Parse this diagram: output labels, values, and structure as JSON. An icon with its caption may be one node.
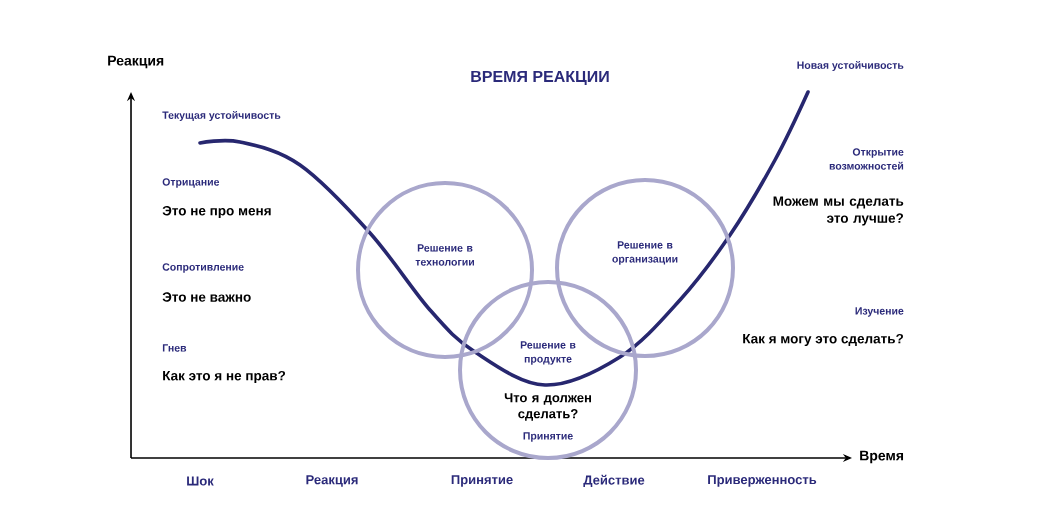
{
  "diagram": {
    "title": "ВРЕМЯ РЕАКЦИИ",
    "nodes": [
      {
        "text": [
          "Решение в технологии"
        ]
      },
      {
        "text": [
          "Решение в организации"
        ]
      },
      {
        "text": [
          "Решение в продукте",
          "Что я должен сделать?",
          "Принятие"
        ]
      }
    ],
    "labels": [
      "Реакция",
      "Новая устойчивость",
      "Текущая устойчивость",
      "Открытие возможностей",
      "Отрицание",
      "Это не про меня",
      "Можем мы сделать это лучше?",
      "Сопротивление",
      "Это не важно",
      "Изучение",
      "Как я могу это сделать?",
      "Гнев",
      "Как это я не прав?",
      "Время",
      "Шок",
      "Реакция",
      "Принятие",
      "Действие",
      "Приверженность"
    ]
  }
}
